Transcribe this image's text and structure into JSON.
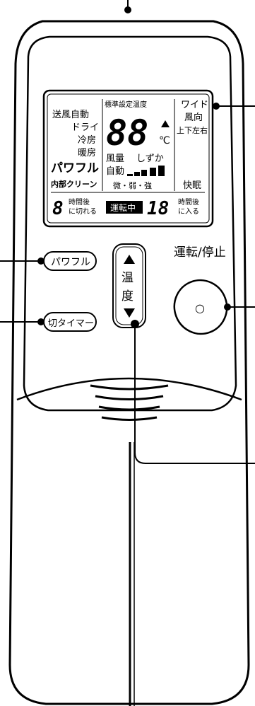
{
  "lcd": {
    "modes": [
      "送風自動",
      "ドライ",
      "冷房",
      "暖房"
    ],
    "powerful": "パワフル",
    "internal_clean": "内部クリーン",
    "temp_header": "標準設定温度",
    "temp_value": "88",
    "temp_unit": "℃",
    "fan_label": "風量",
    "fan_quiet": "しずか",
    "fan_auto": "自動",
    "fan_levels": "微・弱・強",
    "wide": "ワイド",
    "wind_direction": "風向",
    "swing": "上下左右",
    "sleep": "快眠",
    "off_timer_digit": "8",
    "off_timer_text_1": "時間後",
    "off_timer_text_2": "に切れる",
    "running": "運転中",
    "on_timer_digits": "18",
    "on_timer_text_1": "時間後",
    "on_timer_text_2": "に入る"
  },
  "buttons": {
    "powerful": "パワフル",
    "off_timer": "切タイマー",
    "temp_label_1": "温",
    "temp_label_2": "度",
    "temp_up_icon": "triangle-up",
    "temp_down_icon": "triangle-down",
    "power_label": "運転/停止",
    "power_button_mark": "○"
  }
}
